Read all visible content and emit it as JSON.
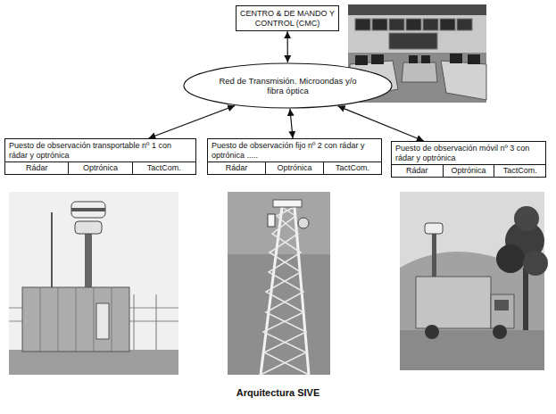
{
  "diagram": {
    "caption": "Arquitectura SIVE",
    "nodes": [
      {
        "text": [
          "CENTRO & DE MANDO Y CONTROL (CMC)"
        ]
      },
      {
        "text": [
          "Red de Transmisión. Microondas y/o fibra óptica"
        ]
      },
      {
        "text": [
          "Puesto de observación transportable nº 1 con rádar y optrónica"
        ]
      },
      {
        "text": [
          "Rádar"
        ],
        "in": 2
      },
      {
        "text": [
          "Optrónica"
        ],
        "in": 2
      },
      {
        "text": [
          "TactCom."
        ],
        "in": 2
      },
      {
        "text": [
          "Puesto de observación fijo nº 2 con rádar y optrónica ....."
        ]
      },
      {
        "text": [
          "Rádar"
        ],
        "in": 6
      },
      {
        "text": [
          "Optrónica"
        ],
        "in": 6
      },
      {
        "text": [
          "TactCom."
        ],
        "in": 6
      },
      {
        "text": [
          "Puesto de observación móvil nº 3 con rádar y optrónica"
        ]
      },
      {
        "text": [
          "Rádar"
        ],
        "in": 10
      },
      {
        "text": [
          "Optrónica"
        ],
        "in": 10
      },
      {
        "text": [
          "TactCom."
        ],
        "in": 10
      }
    ],
    "edges": [
      {
        "from": 0,
        "to": 1,
        "arrow": "both"
      },
      {
        "from": 1,
        "to": 2,
        "arrow": "both"
      },
      {
        "from": 1,
        "to": 6,
        "arrow": "both"
      },
      {
        "from": 1,
        "to": 10,
        "arrow": "both"
      }
    ]
  }
}
